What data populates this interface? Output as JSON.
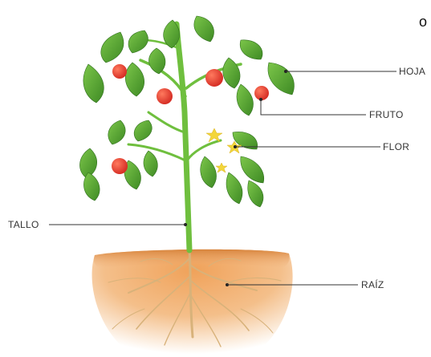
{
  "diagram": {
    "corner_text": "o",
    "labels": {
      "hoja": "HOJA",
      "fruto": "FRUTO",
      "flor": "FLOR",
      "tallo": "TALLO",
      "raiz": "RAÍZ"
    },
    "colors": {
      "leaf": "#5fae3a",
      "leaf_dark": "#3e8a24",
      "stem": "#6fbf3e",
      "tomato": "#e8342a",
      "flower": "#f3d63a",
      "soil": "#e79a55",
      "root": "#d8b27a"
    }
  }
}
